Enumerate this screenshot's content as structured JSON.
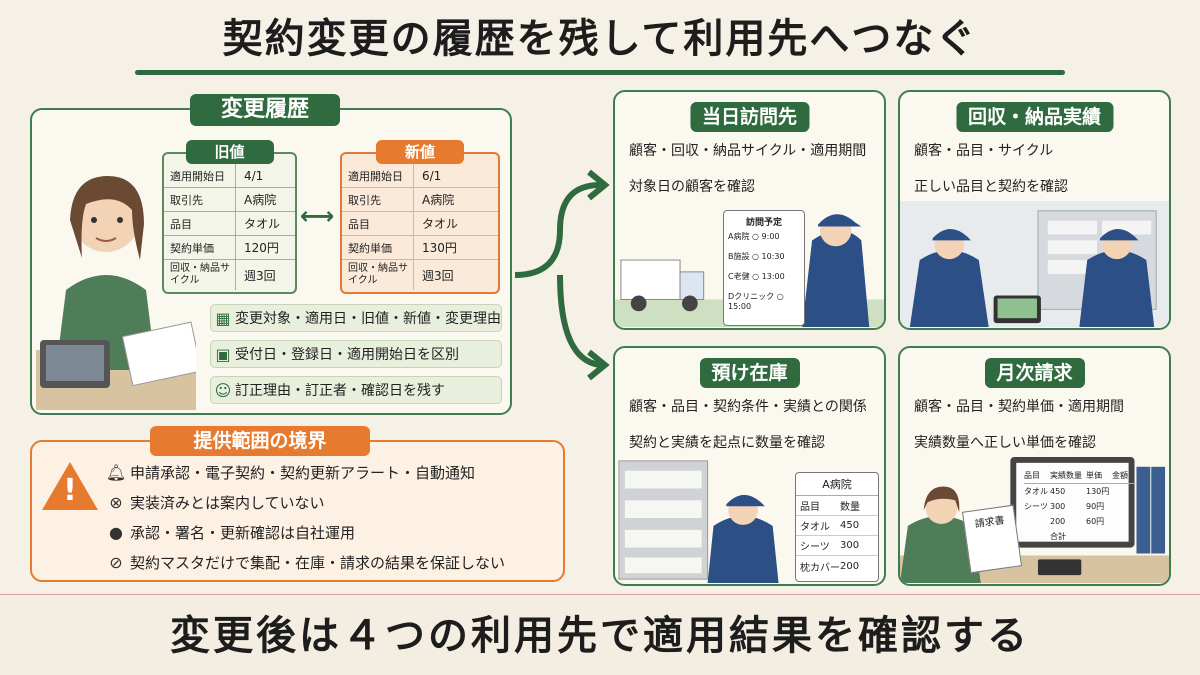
{
  "title": "契約変更の履歴を残して利用先へつなぐ",
  "history": {
    "title": "変更履歴",
    "old": {
      "label": "旧値",
      "rows": [
        {
          "label": "適用開始日",
          "value": "4/1"
        },
        {
          "label": "取引先",
          "value": "A病院"
        },
        {
          "label": "品目",
          "value": "タオル"
        },
        {
          "label": "契約単価",
          "value": "120円"
        },
        {
          "label": "回収・納品サイクル",
          "value": "週3回"
        }
      ]
    },
    "new": {
      "label": "新値",
      "rows": [
        {
          "label": "適用開始日",
          "value": "6/1"
        },
        {
          "label": "取引先",
          "value": "A病院"
        },
        {
          "label": "品目",
          "value": "タオル"
        },
        {
          "label": "契約単価",
          "value": "130円"
        },
        {
          "label": "回収・納品サイクル",
          "value": "週3回"
        }
      ]
    },
    "items": [
      {
        "icon": "calendar-icon",
        "text": "変更対象・適用日・旧値・新値・変更理由"
      },
      {
        "icon": "calendar-check-icon",
        "text": "受付日・登録日・適用開始日を区別"
      },
      {
        "icon": "user-check-icon",
        "text": "訂正理由・訂正者・確認日を残す"
      }
    ]
  },
  "boundary": {
    "title": "提供範囲の境界",
    "items": [
      {
        "icon": "bell-icon",
        "text": "申請承認・電子契約・契約更新アラート・自動通知"
      },
      {
        "icon": "x-circle-icon",
        "text": "実装済みとは案内していない"
      },
      {
        "icon": "person-icon",
        "text": "承認・署名・更新確認は自社運用"
      },
      {
        "icon": "prohibited-icon",
        "text": "契約マスタだけで集配・在庫・請求の結果を保証しない"
      }
    ]
  },
  "cards": {
    "visit": {
      "title": "当日訪問先",
      "line1": "顧客・回収・納品サイクル・適用期間",
      "line2": "対象日の顧客を確認",
      "sheet_title": "訪問予定",
      "sheet_rows": [
        "A病院 ○ 9:00",
        "B施設 ○ 10:30",
        "C老健 ○ 13:00",
        "Dクリニック ○ 15:00"
      ]
    },
    "delivery": {
      "title": "回収・納品実績",
      "line1": "顧客・品目・サイクル",
      "line2": "正しい品目と契約を確認"
    },
    "stock": {
      "title": "預け在庫",
      "line1": "顧客・品目・契約条件・実績との関係",
      "line2": "契約と実績を起点に数量を確認",
      "table_title": "A病院",
      "table_header": [
        "品目",
        "数量"
      ],
      "table_rows": [
        [
          "タオル",
          "450"
        ],
        [
          "シーツ",
          "300"
        ],
        [
          "枕カバー",
          "200"
        ]
      ]
    },
    "billing": {
      "title": "月次請求",
      "line1": "顧客・品目・契約単価・適用期間",
      "line2": "実績数量へ正しい単価を確認",
      "invoice_label": "請求書",
      "table_header": [
        "品目",
        "実績数量",
        "単価",
        "金額"
      ],
      "table_rows": [
        [
          "タオル",
          "450",
          "130円",
          ""
        ],
        [
          "シーツ",
          "300",
          "90円",
          ""
        ],
        [
          "",
          "200",
          "60円",
          ""
        ],
        [
          "",
          "合計",
          "",
          ""
        ]
      ]
    }
  },
  "footer": "変更後は４つの利用先で適用結果を確認する",
  "colors": {
    "green": "#2f6b3e",
    "orange": "#e67a2e",
    "background": "#f6f1e6"
  }
}
